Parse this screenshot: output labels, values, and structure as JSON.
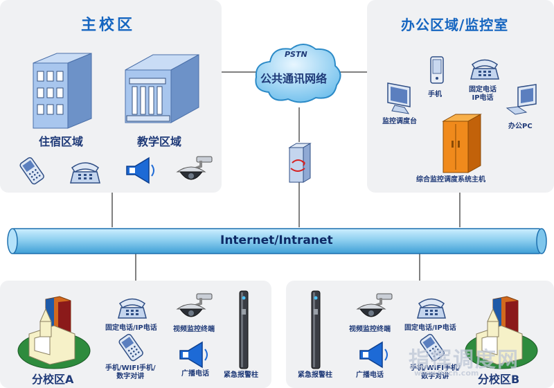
{
  "main_campus": {
    "title": "主校区",
    "dorm_label": "住宿区域",
    "teaching_label": "教学区域"
  },
  "office": {
    "title": "办公区域/监控室",
    "mobile_label": "手机",
    "fixed_phone_label_1": "固定电话",
    "fixed_phone_label_2": "IP电话",
    "dispatch_desk_label": "监控调度台",
    "office_pc_label": "办公PC",
    "host_label": "综合监控调度系统主机"
  },
  "cloud": {
    "line1": "PSTN",
    "line2": "公共通讯网络"
  },
  "backbone": {
    "label": "Internet/Intranet"
  },
  "branch_a": {
    "title": "分校区A",
    "fixed_phone_label": "固定电话/IP电话",
    "camera_label": "视频监控终端",
    "mobile_label_1": "手机/WIFI手机/",
    "mobile_label_2": "数字对讲",
    "speaker_label": "广播电话",
    "alarm_label": "紧急报警柱"
  },
  "branch_b": {
    "title": "分校区B",
    "alarm_label": "紧急报警柱",
    "camera_label": "视频监控终端",
    "fixed_phone_label": "固定电话/IP电话",
    "speaker_label": "广播电话",
    "mobile_label_1": "手机/WIFI手机/",
    "mobile_label_2": "数字对讲"
  },
  "watermark": {
    "text": "指挥调度网",
    "url": "www.94cn.com"
  },
  "colors": {
    "title_blue": "#1565c0",
    "label_navy": "#1f3a78",
    "panel_bg": "#f0f1f3",
    "pipe_blue": "#8fd0f0",
    "cabinet_orange": "#f08a1c"
  }
}
